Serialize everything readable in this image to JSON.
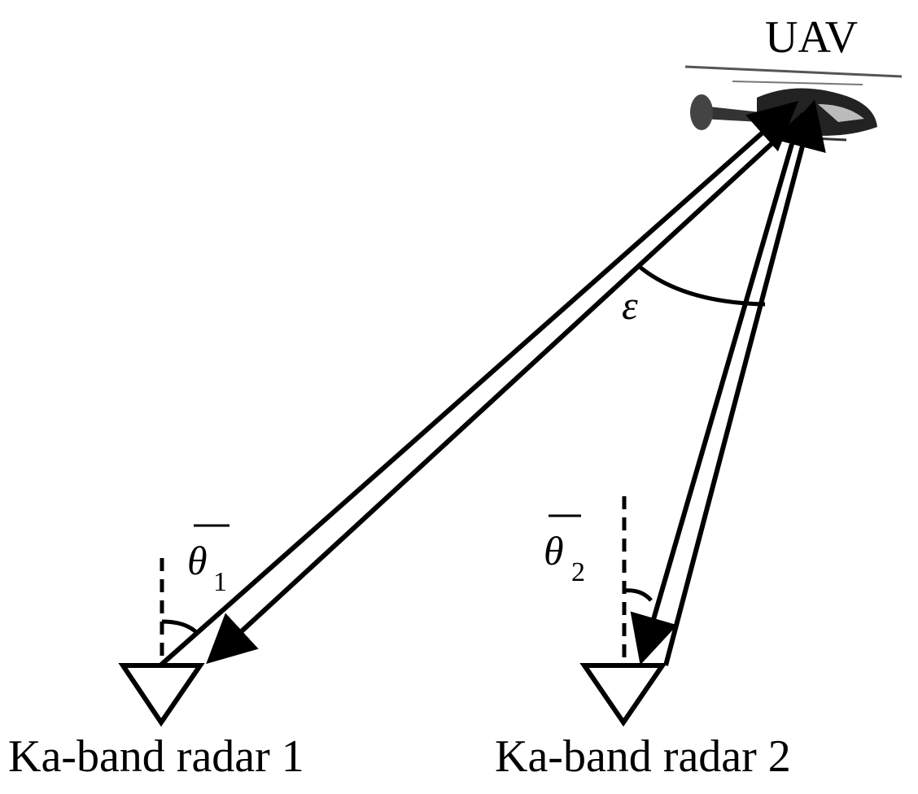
{
  "labels": {
    "uav": "UAV",
    "radar1": "Ka-band radar 1",
    "radar2": "Ka-band radar 2",
    "epsilon": "ε",
    "theta1_symbol": "θ",
    "theta1_sub": "1",
    "theta2_symbol": "θ",
    "theta2_sub": "2"
  },
  "icons": {
    "uav": "helicopter-icon",
    "radar": "triangle-down-icon"
  },
  "colors": {
    "ink": "#000000",
    "background": "#ffffff"
  }
}
